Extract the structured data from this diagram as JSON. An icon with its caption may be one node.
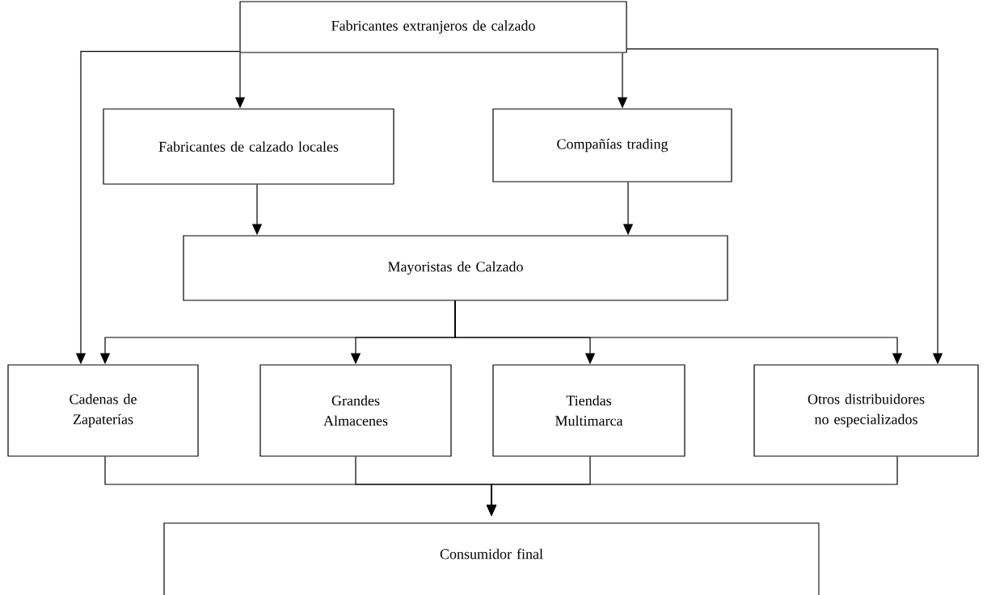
{
  "diagram": {
    "nodes": [
      {
        "text": [
          "Fabricantes extranjeros de calzado"
        ]
      },
      {
        "text": [
          "Fabricantes de calzado locales"
        ]
      },
      {
        "text": [
          "Compañías trading"
        ]
      },
      {
        "text": [
          "Mayoristas de Calzado"
        ]
      },
      {
        "text": [
          "Cadenas de Zapaterías"
        ]
      },
      {
        "text": [
          "Grandes Almacenes"
        ]
      },
      {
        "text": [
          "Tiendas Multimarca"
        ]
      },
      {
        "text": [
          "Otros distribuidores no especializados"
        ]
      },
      {
        "text": [
          "Consumidor final"
        ]
      }
    ],
    "edges": [
      {
        "from": 0,
        "to": 1,
        "arrow": "to"
      },
      {
        "from": 0,
        "to": 2,
        "arrow": "to"
      },
      {
        "from": 0,
        "to": 4,
        "arrow": "to"
      },
      {
        "from": 0,
        "to": 7,
        "arrow": "to"
      },
      {
        "from": 1,
        "to": 3,
        "arrow": "to"
      },
      {
        "from": 2,
        "to": 3,
        "arrow": "to"
      },
      {
        "from": 3,
        "to": 4,
        "arrow": "to"
      },
      {
        "from": 3,
        "to": 5,
        "arrow": "to"
      },
      {
        "from": 3,
        "to": 6,
        "arrow": "to"
      },
      {
        "from": 3,
        "to": 7,
        "arrow": "to"
      },
      {
        "from": 4,
        "to": 8,
        "arrow": "to"
      },
      {
        "from": 5,
        "to": 8,
        "arrow": "to"
      },
      {
        "from": 6,
        "to": 8,
        "arrow": "to"
      },
      {
        "from": 7,
        "to": 8,
        "arrow": "to"
      }
    ]
  }
}
